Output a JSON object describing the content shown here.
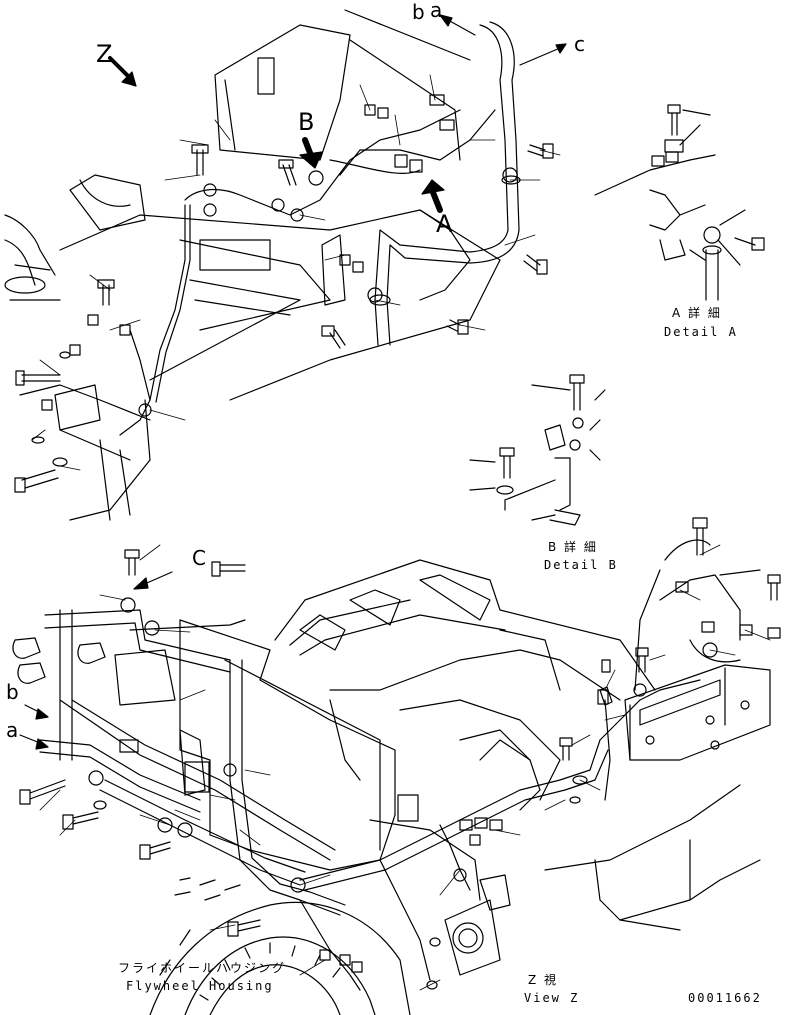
{
  "callouts": {
    "z": "Z",
    "b_top": "b",
    "a_top": "a",
    "c_top": "c",
    "b_view": "B",
    "a_view": "A",
    "c_lower": "C",
    "b_lower": "b",
    "a_lower": "a"
  },
  "details": {
    "a_jp": "A 詳 細",
    "a_en": "Detail A",
    "b_jp": "B 詳 細",
    "b_en": "Detail B"
  },
  "lower_labels": {
    "flywheel_jp": "フライホイールハウジング",
    "flywheel_en": "Flywheel Housing",
    "view_jp": "Z  視",
    "view_en": "View Z"
  },
  "drawing_number": "00011662",
  "colors": {
    "ink": "#000000",
    "paper": "#ffffff"
  }
}
